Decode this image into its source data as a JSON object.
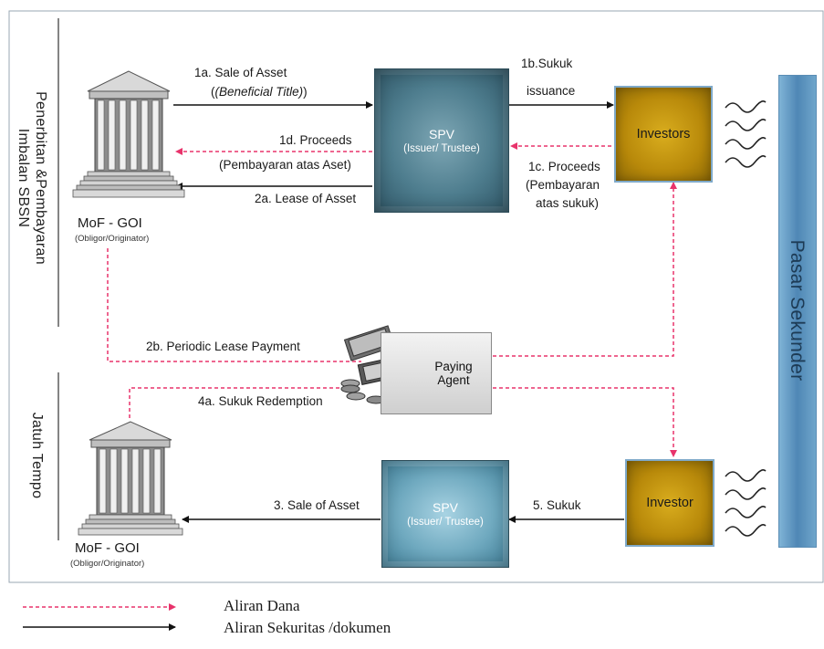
{
  "left_labels": {
    "top_line1": "Penerbitan &Pembayaran",
    "top_line2": "Imbalan SBSN",
    "bottom": "Jatuh Tempo"
  },
  "right_label": "Pasar Sekunder",
  "nodes": {
    "mof_top": {
      "title": "MoF - GOI",
      "subtitle": "(Obligor/Originator)"
    },
    "mof_bottom": {
      "title": "MoF - GOI",
      "subtitle": "(Obligor/Originator)"
    },
    "spv_top": {
      "title": "SPV",
      "subtitle": "(Issuer/ Trustee)"
    },
    "spv_bottom": {
      "title": "SPV",
      "subtitle": "(Issuer/ Trustee)"
    },
    "investors": {
      "title": "Investors"
    },
    "investor": {
      "title": "Investor"
    },
    "paying_agent": {
      "line1": "Paying",
      "line2": "Agent"
    }
  },
  "flows": {
    "f1a_line1": "1a. Sale of Asset",
    "f1a_line2": "(Beneficial Title)",
    "f1b_line1": "1b.Sukuk",
    "f1b_line2": "issuance",
    "f1c_line1": "1c. Proceeds",
    "f1c_line2": "(Pembayaran",
    "f1c_line3": "atas sukuk)",
    "f1d_line1": "1d. Proceeds",
    "f1d_line2": "(Pembayaran atas Aset)",
    "f2a": "2a. Lease of Asset",
    "f2b": "2b. Periodic Lease Payment",
    "f4a": "4a. Sukuk Redemption",
    "f3": "3. Sale of Asset",
    "f5": "5. Sukuk"
  },
  "legend": {
    "dana": "Aliran  Dana",
    "sekuritas": "Aliran  Sekuritas /dokumen"
  },
  "colors": {
    "fund_flow": "#e8336b",
    "security_flow": "#111111",
    "spv": "#4e7d8e",
    "investor": "#b8890a",
    "market": "#4f87b5"
  }
}
